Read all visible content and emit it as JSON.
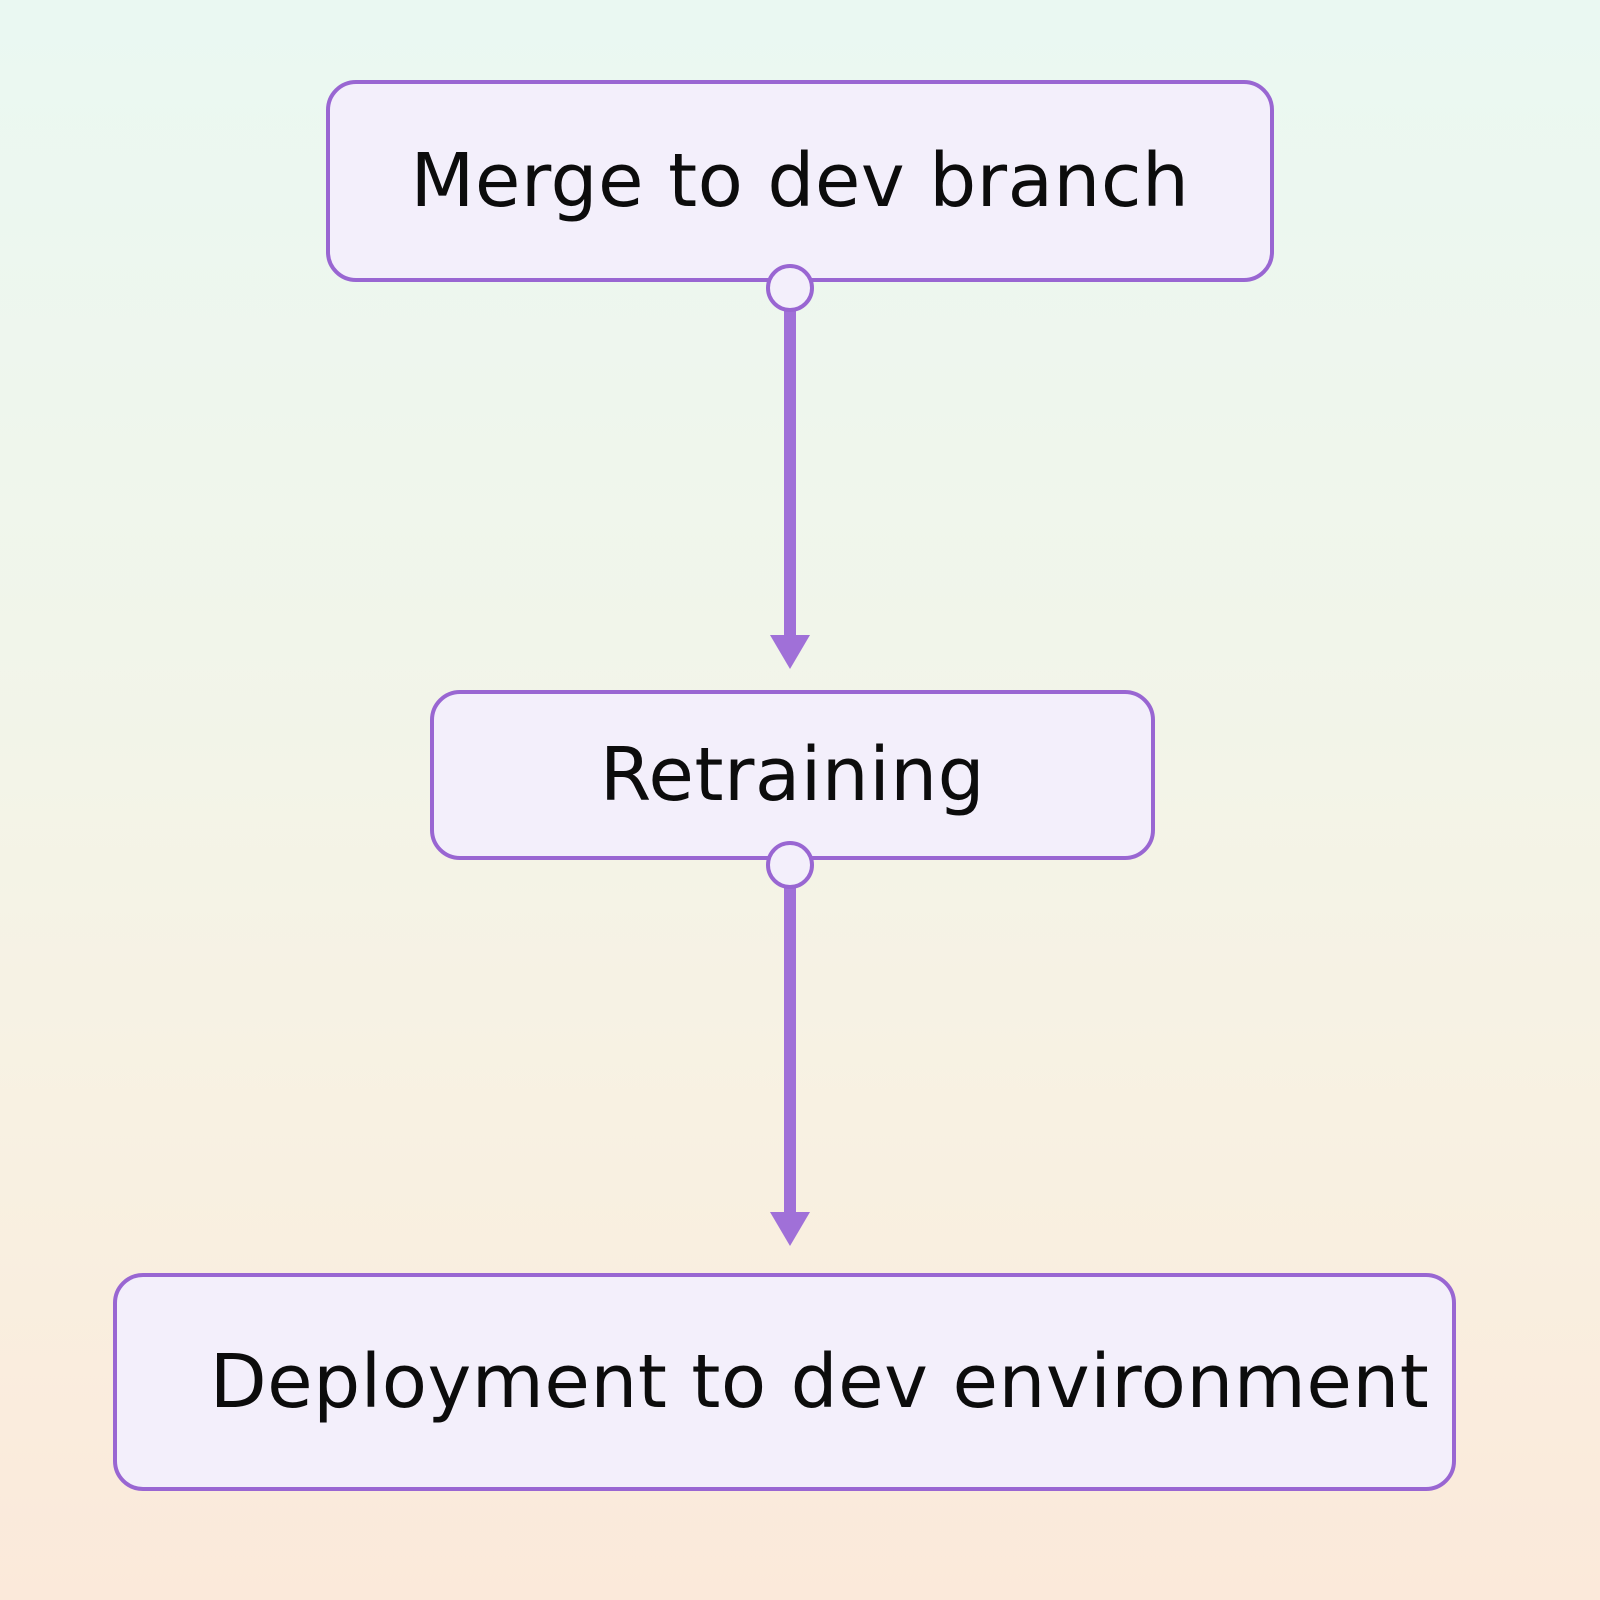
{
  "diagram": {
    "type": "flowchart",
    "colors": {
      "node_border": "#9966d2",
      "node_fill": "#f3effb",
      "connector": "#a070d8",
      "text": "#0c0c0c"
    },
    "nodes": [
      {
        "id": "merge",
        "label": "Merge to dev branch"
      },
      {
        "id": "retraining",
        "label": "Retraining"
      },
      {
        "id": "deploy",
        "label": "Deployment to dev environment"
      }
    ],
    "edges": [
      {
        "from": "merge",
        "to": "retraining"
      },
      {
        "from": "retraining",
        "to": "deploy"
      }
    ]
  }
}
